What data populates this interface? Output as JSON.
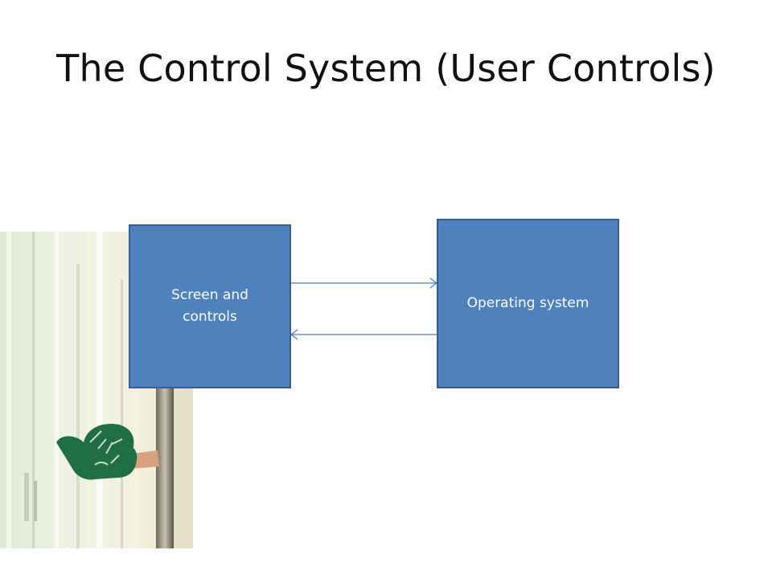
{
  "slide": {
    "title": "The Control System (User Controls)"
  },
  "diagram": {
    "nodes": [
      {
        "id": "screen-and-controls",
        "label": "Screen and controls"
      },
      {
        "id": "operating-system",
        "label": "Operating system"
      }
    ],
    "edges": [
      {
        "from": "screen-and-controls",
        "to": "operating-system"
      },
      {
        "from": "operating-system",
        "to": "screen-and-controls"
      }
    ]
  },
  "colors": {
    "box_fill": "#4f81bd",
    "box_border": "#385d8a",
    "arrow": "#4a7ebb",
    "foam_hand": "#1f6e45"
  },
  "photo": {
    "subject": "foam-finger-hand"
  }
}
